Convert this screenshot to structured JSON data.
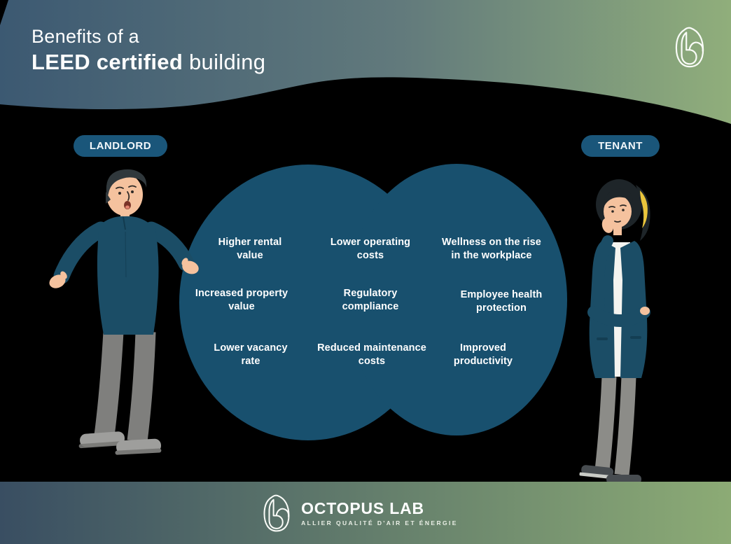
{
  "header": {
    "title_line1": "Benefits of a",
    "title_line2_bold": "LEED certified",
    "title_line2_rest": " building"
  },
  "badges": {
    "landlord": "LANDLORD",
    "tenant": "TENANT"
  },
  "venn": {
    "landlord_benefits": [
      "Higher rental\nvalue",
      "Increased property\nvalue",
      "Lower vacancy\nrate"
    ],
    "shared_benefits": [
      "Lower operating\ncosts",
      "Regulatory\ncompliance",
      "Reduced maintenance\ncosts"
    ],
    "tenant_benefits": [
      "Wellness on the rise\nin the workplace",
      "Employee health\nprotection",
      "Improved\nproductivity"
    ]
  },
  "footer": {
    "brand": "OCTOPUS LAB",
    "tagline": "ALLIER QUALITÉ D'AIR ET ÉNERGIE"
  },
  "icons": {
    "top_right": "octopus-lab-monogram",
    "footer": "octopus-lab-monogram"
  },
  "colors": {
    "background": "#000000",
    "venn": "#18506E",
    "badge": "#1A567A",
    "header_grad_start": "#3C5972",
    "header_grad_mid": "#627A7C",
    "header_grad_end": "#90AE7B",
    "footer_grad_start": "#394E62",
    "footer_grad_end": "#8CAB75",
    "shirt": "#1B4D66",
    "skin": "#F5C29E",
    "hair_man": "#30383C",
    "hair_woman": "#1E2529",
    "pants_man": "#7F7F7D",
    "pants_woman": "#8C8C88",
    "shoes_man": "#9E9E9C",
    "shoes_woman": "#474C50",
    "hair_accent": "#E9C53C"
  }
}
